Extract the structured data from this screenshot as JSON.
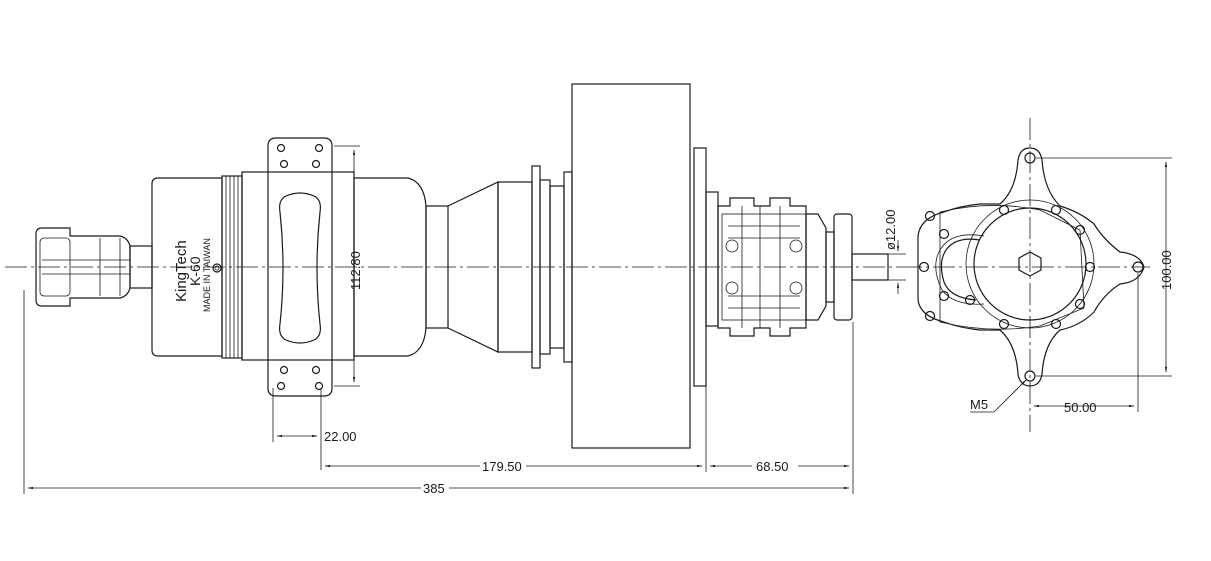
{
  "engine_label": {
    "brand": "KingTech",
    "model": "K-60",
    "origin": "MADE IN TAIWAN"
  },
  "dimensions": {
    "overall_length": "385",
    "mount_height": "112.80",
    "mount_width": "22.00",
    "mount_to_flange": "179.50",
    "flange_to_shaft": "68.50",
    "shaft_diameter": "ø12.00",
    "bolt_vertical_spacing": "100.00",
    "bolt_horizontal_spacing": "50.00",
    "thread_callout": "M5"
  }
}
